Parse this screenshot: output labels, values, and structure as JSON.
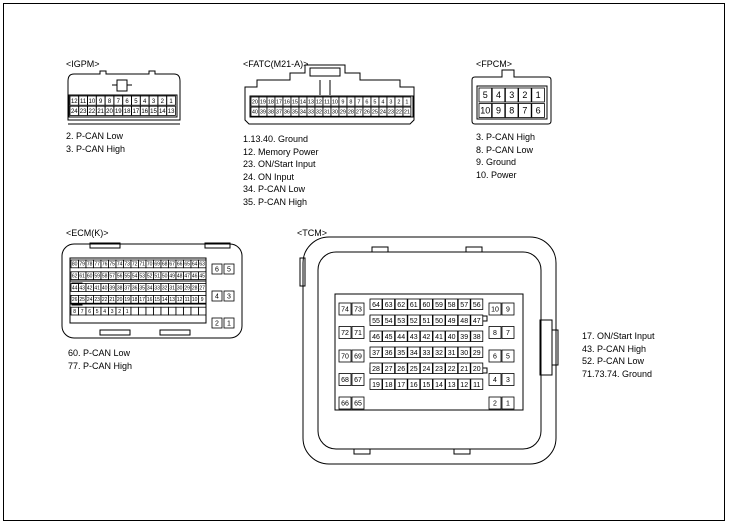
{
  "connectors": {
    "igpm": {
      "title": "<IGPM>",
      "notes": [
        "2. P-CAN Low",
        "3. P-CAN High"
      ],
      "pin_rows": [
        [
          "12",
          "11",
          "10",
          "9",
          "8",
          "7",
          "6",
          "5",
          "4",
          "3",
          "2",
          "1"
        ],
        [
          "24",
          "23",
          "22",
          "21",
          "20",
          "19",
          "18",
          "17",
          "16",
          "15",
          "14",
          "13"
        ]
      ]
    },
    "fatc": {
      "title": "<FATC(M21-A)>",
      "notes": [
        "1.13.40. Ground",
        "12. Memory Power",
        "23. ON/Start Input",
        "24. ON Input",
        "34. P-CAN Low",
        "35. P-CAN High"
      ],
      "pin_rows": [
        [
          "20",
          "19",
          "18",
          "17",
          "16",
          "15",
          "14",
          "13",
          "12",
          "11",
          "10",
          "9",
          "8",
          "7",
          "6",
          "5",
          "4",
          "3",
          "2",
          "1"
        ],
        [
          "40",
          "39",
          "38",
          "37",
          "36",
          "35",
          "34",
          "33",
          "32",
          "31",
          "30",
          "29",
          "28",
          "27",
          "26",
          "25",
          "24",
          "23",
          "22",
          "21"
        ]
      ]
    },
    "fpcm": {
      "title": "<FPCM>",
      "notes": [
        "3. P-CAN High",
        "8. P-CAN Low",
        "9. Ground",
        "10. Power"
      ],
      "pin_rows": [
        [
          "5",
          "4",
          "3",
          "2",
          "1"
        ],
        [
          "10",
          "9",
          "8",
          "7",
          "6"
        ]
      ]
    },
    "ecm": {
      "title": "<ECM(K)>",
      "notes": [
        "60. P-CAN Low",
        "77. P-CAN High"
      ],
      "pin_rows": [
        [
          "80",
          "79",
          "78",
          "77",
          "76",
          "75",
          "74",
          "73",
          "72",
          "71",
          "70",
          "69",
          "68",
          "67",
          "66",
          "65",
          "64",
          "63"
        ],
        [
          "62",
          "61",
          "60",
          "59",
          "58",
          "57",
          "56",
          "55",
          "54",
          "53",
          "52",
          "51",
          "50",
          "49",
          "48",
          "47",
          "46",
          "45"
        ],
        [
          "44",
          "43",
          "42",
          "41",
          "40",
          "39",
          "38",
          "37",
          "36",
          "35",
          "34",
          "33",
          "32",
          "31",
          "30",
          "29",
          "28",
          "27"
        ],
        [
          "26",
          "25",
          "24",
          "23",
          "22",
          "21",
          "20",
          "19",
          "18",
          "17",
          "16",
          "15",
          "14",
          "13",
          "12",
          "11",
          "10",
          "9"
        ],
        [
          "8",
          "7",
          "6",
          "5",
          "4",
          "3",
          "2",
          "1",
          "",
          "",
          "",
          "",
          "",
          "",
          "",
          "",
          "",
          ""
        ]
      ],
      "side_pins": [
        [
          "6",
          "5"
        ],
        [
          "4",
          "3"
        ],
        [
          "2",
          "1"
        ]
      ]
    },
    "tcm": {
      "title": "<TCM>",
      "notes": [
        "17. ON/Start Input",
        "43. P-CAN High",
        "52. P-CAN Low",
        "71.73.74. Ground"
      ],
      "main_rows": [
        [
          "64",
          "63",
          "62",
          "61",
          "60",
          "59",
          "58",
          "57",
          "56"
        ],
        [
          "55",
          "54",
          "53",
          "52",
          "51",
          "50",
          "49",
          "48",
          "47"
        ],
        [
          "46",
          "45",
          "44",
          "43",
          "42",
          "41",
          "40",
          "39",
          "38"
        ],
        [
          "37",
          "36",
          "35",
          "34",
          "33",
          "32",
          "31",
          "30",
          "29"
        ],
        [
          "28",
          "27",
          "26",
          "25",
          "24",
          "23",
          "22",
          "21",
          "20"
        ],
        [
          "19",
          "18",
          "17",
          "16",
          "15",
          "14",
          "13",
          "12",
          "11"
        ]
      ],
      "left_pairs": [
        [
          "74",
          "73"
        ],
        [
          "72",
          "71"
        ],
        [
          "70",
          "69"
        ],
        [
          "68",
          "67"
        ],
        [
          "66",
          "65"
        ]
      ],
      "right_pairs": [
        [
          "10",
          "9"
        ],
        [
          "8",
          "7"
        ],
        [
          "6",
          "5"
        ],
        [
          "4",
          "3"
        ],
        [
          "2",
          "1"
        ]
      ]
    }
  }
}
